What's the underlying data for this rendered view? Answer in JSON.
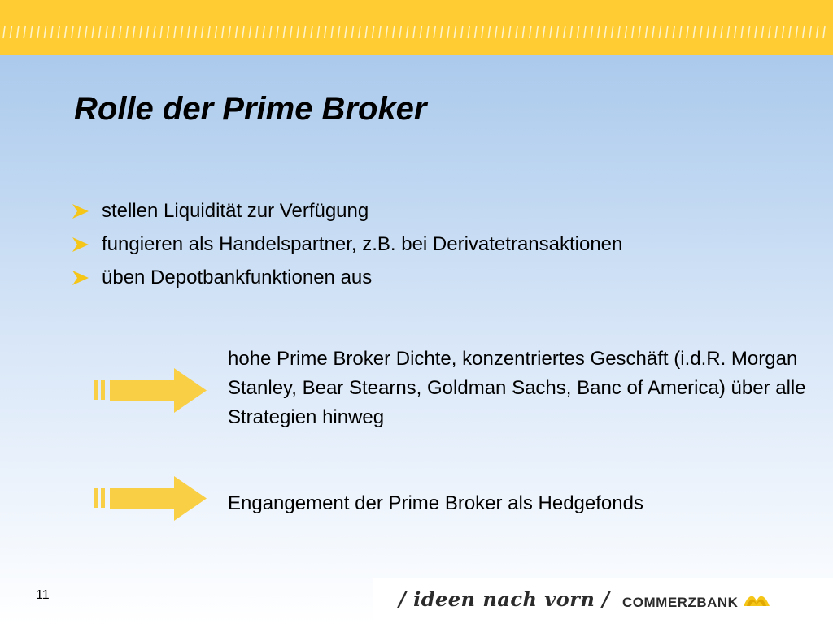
{
  "slide": {
    "title": "Rolle der Prime Broker",
    "bullets": [
      "stellen Liquidität zur Verfügung",
      "fungieren als Handelspartner, z.B. bei Derivatetransaktionen",
      "üben Depotbankfunktionen aus"
    ],
    "callouts": [
      "hohe Prime Broker Dichte, konzentriertes Geschäft (i.d.R. Morgan Stanley, Bear Stearns, Goldman Sachs, Banc of America) über alle Strategien hinweg",
      "Engangement der Prime Broker als Hedgefonds"
    ],
    "page_number": "11"
  },
  "footer": {
    "slogan": "/ ideen nach vorn /",
    "brand": "COMMERZBANK",
    "brand_icon": "commerzbank-ribbon-icon"
  },
  "colors": {
    "accent_yellow": "#ffcc33",
    "arrow_yellow": "#f9cf46",
    "bullet_arrow_yellow": "#f5c518",
    "background_top": "#a3c4ea",
    "background_bottom": "#ffffff",
    "text": "#000000"
  }
}
